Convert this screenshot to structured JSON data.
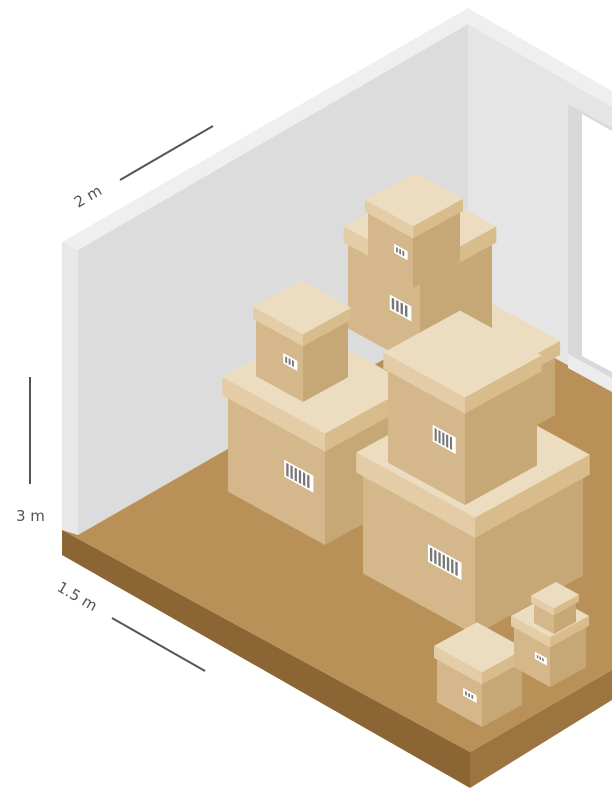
{
  "dimensions": {
    "width_label": "2 m",
    "height_label": "3 m",
    "depth_label": "1.5 m"
  },
  "colors": {
    "wall_left": "#dcdcdc",
    "wall_right": "#e5e5e5",
    "wall_cap": "#efefef",
    "floor_top": "#b99158",
    "floor_side": "#8b6634",
    "box_top": "#ecdcc0",
    "box_left": "#d4b88c",
    "box_right": "#c6a776",
    "dimension_line": "#555555"
  }
}
